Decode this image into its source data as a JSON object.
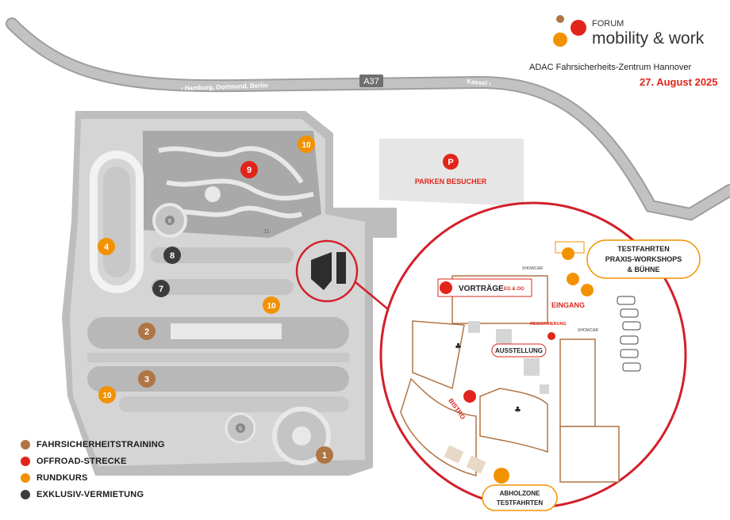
{
  "brand": {
    "forum": "FORUM",
    "name": "mobility & work",
    "colors": {
      "brown": "#b07545",
      "red": "#e1251b",
      "orange": "#f39200",
      "dark": "#3c3c3b"
    }
  },
  "event": {
    "venue": "ADAC Fahrsicherheits-Zentrum Hannover",
    "date": "27. August 2025"
  },
  "road": {
    "name": "A37",
    "west_label": "‹ Hamburg, Dortmund, Berlin",
    "east_label": "Kassel ›"
  },
  "parking": {
    "icon": "parking-icon",
    "letter": "P",
    "label": "PARKEN BESUCHER"
  },
  "markers": [
    {
      "num": "1",
      "type": "brown"
    },
    {
      "num": "2",
      "type": "brown"
    },
    {
      "num": "3",
      "type": "brown"
    },
    {
      "num": "4",
      "type": "orange"
    },
    {
      "num": "5",
      "type": "small-gray"
    },
    {
      "num": "6",
      "type": "small-gray"
    },
    {
      "num": "7",
      "type": "dark"
    },
    {
      "num": "8",
      "type": "dark"
    },
    {
      "num": "9",
      "type": "red"
    },
    {
      "num": "10",
      "type": "orange"
    },
    {
      "num": "10",
      "type": "orange"
    },
    {
      "num": "10",
      "type": "orange"
    },
    {
      "num": "11",
      "type": "small-gray"
    }
  ],
  "detail": {
    "vortraege": "VORTRÄGE",
    "vortraege_sub": "EG & OG",
    "showcar": "SHOWCAR",
    "eingang": "EINGANG",
    "registrierung": "REGISTRIERUNG",
    "ausstellung": "AUSSTELLUNG",
    "bistro": "BISTRO",
    "testfahrten_box": [
      "TESTFAHRTEN",
      "PRAXIS-WORKSHOPS",
      "& BÜHNE"
    ],
    "abholzone": [
      "ABHOLZONE",
      "TESTFAHRTEN"
    ],
    "icons": [
      "megaphone-icon",
      "restaurant-icon",
      "steering-wheel-icon",
      "info-icon",
      "toilet-icon",
      "car-icon"
    ]
  },
  "legend": [
    {
      "label": "FAHRSICHERHEITSTRAINING",
      "color": "#b07545"
    },
    {
      "label": "OFFROAD-STRECKE",
      "color": "#e1251b"
    },
    {
      "label": "RUNDKURS",
      "color": "#f39200"
    },
    {
      "label": "EXKLUSIV-VERMIETUNG",
      "color": "#3c3c3b"
    }
  ]
}
